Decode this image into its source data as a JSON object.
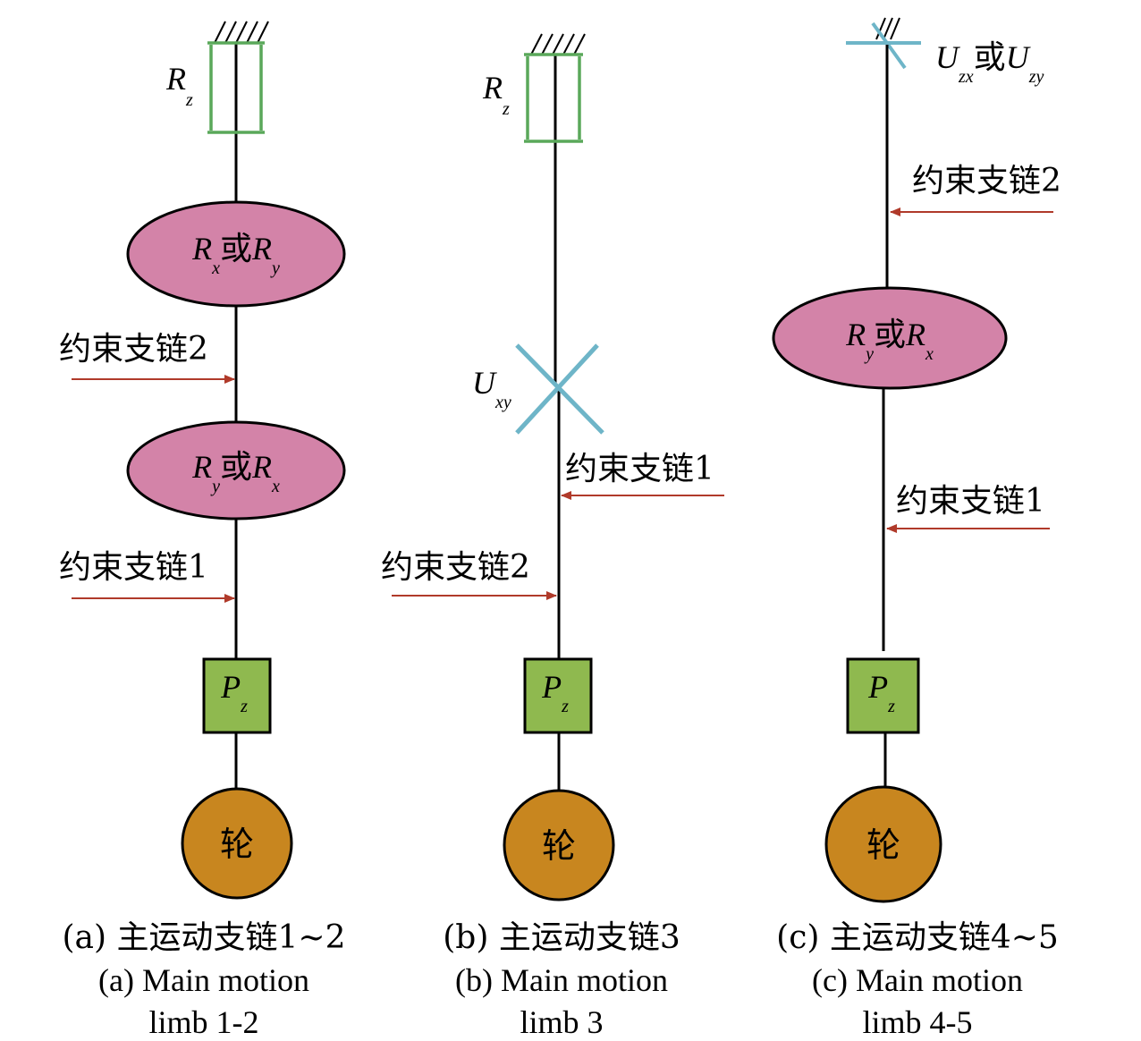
{
  "figure": {
    "panel_a": {
      "top_joint": {
        "letter": "R",
        "sub": "z"
      },
      "upper_joint": {
        "l1": "R",
        "s1": "x",
        "mid": "或",
        "l2": "R",
        "s2": "y"
      },
      "lower_joint": {
        "l1": "R",
        "s1": "y",
        "mid": "或",
        "l2": "R",
        "s2": "x"
      },
      "constraint_upper": "约束支链2",
      "constraint_lower": "约束支链1",
      "prismatic": {
        "letter": "P",
        "sub": "z"
      },
      "wheel": "轮",
      "caption_cn": "(a) 主运动支链1~2",
      "caption_en_1": "(a) Main motion",
      "caption_en_2": "limb 1-2"
    },
    "panel_b": {
      "top_joint": {
        "letter": "R",
        "sub": "z"
      },
      "universal": {
        "letter": "U",
        "sub": "xy"
      },
      "constraint_upper": "约束支链1",
      "constraint_lower": "约束支链2",
      "prismatic": {
        "letter": "P",
        "sub": "z"
      },
      "wheel": "轮",
      "caption_cn": "(b) 主运动支链3",
      "caption_en_1": "(b) Main motion",
      "caption_en_2": "limb 3"
    },
    "panel_c": {
      "top_joint": {
        "l1": "U",
        "s1": "zx",
        "mid": "或",
        "l2": "U",
        "s2": "zy"
      },
      "constraint_upper": "约束支链2",
      "middle_joint": {
        "l1": "R",
        "s1": "y",
        "mid": "或",
        "l2": "R",
        "s2": "x"
      },
      "constraint_lower": "约束支链1",
      "prismatic": {
        "letter": "P",
        "sub": "z"
      },
      "wheel": "轮",
      "caption_cn": "(c) 主运动支链4~5",
      "caption_en_1": "(c) Main motion",
      "caption_en_2": "limb 4-5"
    }
  },
  "colors": {
    "line": "#000000",
    "revolute_z": "#5aa85a",
    "revolute_xy_fill": "#d383a8",
    "universal": "#6eb5c8",
    "arrow": "#b03a2a",
    "prismatic_fill": "#8fb94f",
    "wheel_fill": "#c8861f"
  }
}
